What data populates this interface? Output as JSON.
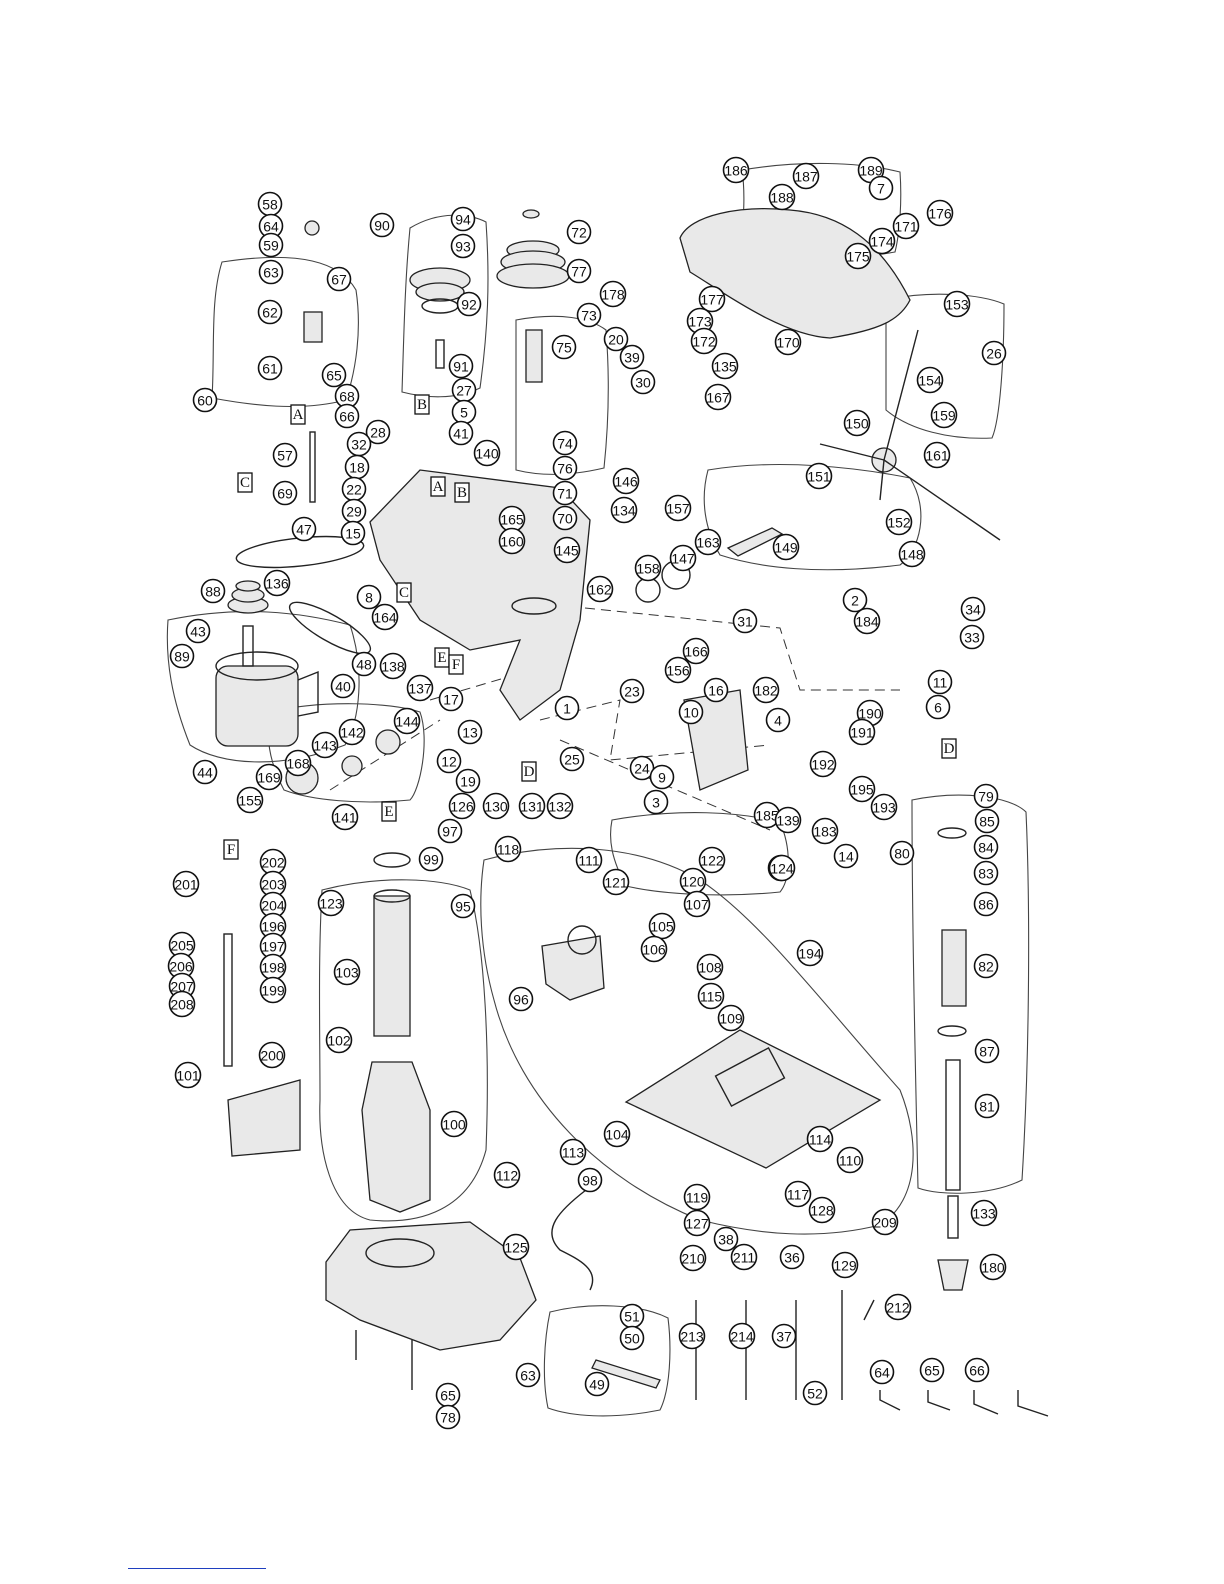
{
  "callouts": [
    {
      "n": "186"
    },
    {
      "n": "187"
    },
    {
      "n": "189"
    },
    {
      "n": "7"
    },
    {
      "n": "188"
    },
    {
      "n": "176"
    },
    {
      "n": "171"
    },
    {
      "n": "174"
    },
    {
      "n": "175"
    },
    {
      "n": "58"
    },
    {
      "n": "64"
    },
    {
      "n": "59"
    },
    {
      "n": "67"
    },
    {
      "n": "63"
    },
    {
      "n": "62"
    },
    {
      "n": "61"
    },
    {
      "n": "65"
    },
    {
      "n": "68"
    },
    {
      "n": "66"
    },
    {
      "n": "60"
    },
    {
      "n": "57"
    },
    {
      "n": "69"
    },
    {
      "n": "90"
    },
    {
      "n": "94"
    },
    {
      "n": "93"
    },
    {
      "n": "92"
    },
    {
      "n": "91"
    },
    {
      "n": "72"
    },
    {
      "n": "77"
    },
    {
      "n": "73"
    },
    {
      "n": "75"
    },
    {
      "n": "74"
    },
    {
      "n": "76"
    },
    {
      "n": "71"
    },
    {
      "n": "70"
    },
    {
      "n": "178"
    },
    {
      "n": "177"
    },
    {
      "n": "173"
    },
    {
      "n": "172"
    },
    {
      "n": "135"
    },
    {
      "n": "170"
    },
    {
      "n": "153"
    },
    {
      "n": "26"
    },
    {
      "n": "154"
    },
    {
      "n": "20"
    },
    {
      "n": "39"
    },
    {
      "n": "30"
    },
    {
      "n": "167"
    },
    {
      "n": "146"
    },
    {
      "n": "157"
    },
    {
      "n": "150"
    },
    {
      "n": "159"
    },
    {
      "n": "161"
    },
    {
      "n": "151"
    },
    {
      "n": "152"
    },
    {
      "n": "148"
    },
    {
      "n": "149"
    },
    {
      "n": "27"
    },
    {
      "n": "5"
    },
    {
      "n": "41"
    },
    {
      "n": "28"
    },
    {
      "n": "32"
    },
    {
      "n": "18"
    },
    {
      "n": "22"
    },
    {
      "n": "29"
    },
    {
      "n": "15"
    },
    {
      "n": "140"
    },
    {
      "n": "165"
    },
    {
      "n": "160"
    },
    {
      "n": "145"
    },
    {
      "n": "134"
    },
    {
      "n": "47"
    },
    {
      "n": "88"
    },
    {
      "n": "136"
    },
    {
      "n": "8"
    },
    {
      "n": "164"
    },
    {
      "n": "48"
    },
    {
      "n": "138"
    },
    {
      "n": "43"
    },
    {
      "n": "89"
    },
    {
      "n": "40"
    },
    {
      "n": "44"
    },
    {
      "n": "137"
    },
    {
      "n": "17"
    },
    {
      "n": "163"
    },
    {
      "n": "147"
    },
    {
      "n": "158"
    },
    {
      "n": "162"
    },
    {
      "n": "2"
    },
    {
      "n": "184"
    },
    {
      "n": "34"
    },
    {
      "n": "33"
    },
    {
      "n": "31"
    },
    {
      "n": "166"
    },
    {
      "n": "156"
    },
    {
      "n": "16"
    },
    {
      "n": "182"
    },
    {
      "n": "11"
    },
    {
      "n": "190"
    },
    {
      "n": "6"
    },
    {
      "n": "191"
    },
    {
      "n": "142"
    },
    {
      "n": "144"
    },
    {
      "n": "143"
    },
    {
      "n": "168"
    },
    {
      "n": "169"
    },
    {
      "n": "155"
    },
    {
      "n": "141"
    },
    {
      "n": "13"
    },
    {
      "n": "12"
    },
    {
      "n": "19"
    },
    {
      "n": "130"
    },
    {
      "n": "131"
    },
    {
      "n": "132"
    },
    {
      "n": "1"
    },
    {
      "n": "25"
    },
    {
      "n": "23"
    },
    {
      "n": "10"
    },
    {
      "n": "24"
    },
    {
      "n": "9"
    },
    {
      "n": "3"
    },
    {
      "n": "4"
    },
    {
      "n": "192"
    },
    {
      "n": "195"
    },
    {
      "n": "193"
    },
    {
      "n": "185"
    },
    {
      "n": "139"
    },
    {
      "n": "183"
    },
    {
      "n": "14"
    },
    {
      "n": "79"
    },
    {
      "n": "85"
    },
    {
      "n": "84"
    },
    {
      "n": "80"
    },
    {
      "n": "83"
    },
    {
      "n": "86"
    },
    {
      "n": "82"
    },
    {
      "n": "87"
    },
    {
      "n": "81"
    },
    {
      "n": "133"
    },
    {
      "n": "180"
    },
    {
      "n": "126"
    },
    {
      "n": "97"
    },
    {
      "n": "99"
    },
    {
      "n": "123"
    },
    {
      "n": "95"
    },
    {
      "n": "118"
    },
    {
      "n": "122"
    },
    {
      "n": "116"
    },
    {
      "n": "111"
    },
    {
      "n": "121"
    },
    {
      "n": "120"
    },
    {
      "n": "124"
    },
    {
      "n": "107"
    },
    {
      "n": "105"
    },
    {
      "n": "106"
    },
    {
      "n": "108"
    },
    {
      "n": "96"
    },
    {
      "n": "194"
    },
    {
      "n": "201"
    },
    {
      "n": "202"
    },
    {
      "n": "203"
    },
    {
      "n": "204"
    },
    {
      "n": "196"
    },
    {
      "n": "205"
    },
    {
      "n": "197"
    },
    {
      "n": "206"
    },
    {
      "n": "198"
    },
    {
      "n": "207"
    },
    {
      "n": "199"
    },
    {
      "n": "208"
    },
    {
      "n": "200"
    },
    {
      "n": "101"
    },
    {
      "n": "103"
    },
    {
      "n": "102"
    },
    {
      "n": "100"
    },
    {
      "n": "112"
    },
    {
      "n": "115"
    },
    {
      "n": "109"
    },
    {
      "n": "104"
    },
    {
      "n": "113"
    },
    {
      "n": "114"
    },
    {
      "n": "110"
    },
    {
      "n": "117"
    },
    {
      "n": "128"
    },
    {
      "n": "119"
    },
    {
      "n": "127"
    },
    {
      "n": "38"
    },
    {
      "n": "98"
    },
    {
      "n": "125"
    },
    {
      "n": "65"
    },
    {
      "n": "78"
    },
    {
      "n": "209"
    },
    {
      "n": "210"
    },
    {
      "n": "211"
    },
    {
      "n": "36"
    },
    {
      "n": "129"
    },
    {
      "n": "212"
    },
    {
      "n": "213"
    },
    {
      "n": "214"
    },
    {
      "n": "37"
    },
    {
      "n": "52"
    },
    {
      "n": "51"
    },
    {
      "n": "50"
    },
    {
      "n": "49"
    },
    {
      "n": "63"
    },
    {
      "n": "64"
    },
    {
      "n": "65"
    },
    {
      "n": "66"
    }
  ],
  "ref_letters": [
    "A",
    "B",
    "C",
    "A",
    "B",
    "C",
    "E",
    "F",
    "D",
    "D",
    "E",
    "F"
  ]
}
